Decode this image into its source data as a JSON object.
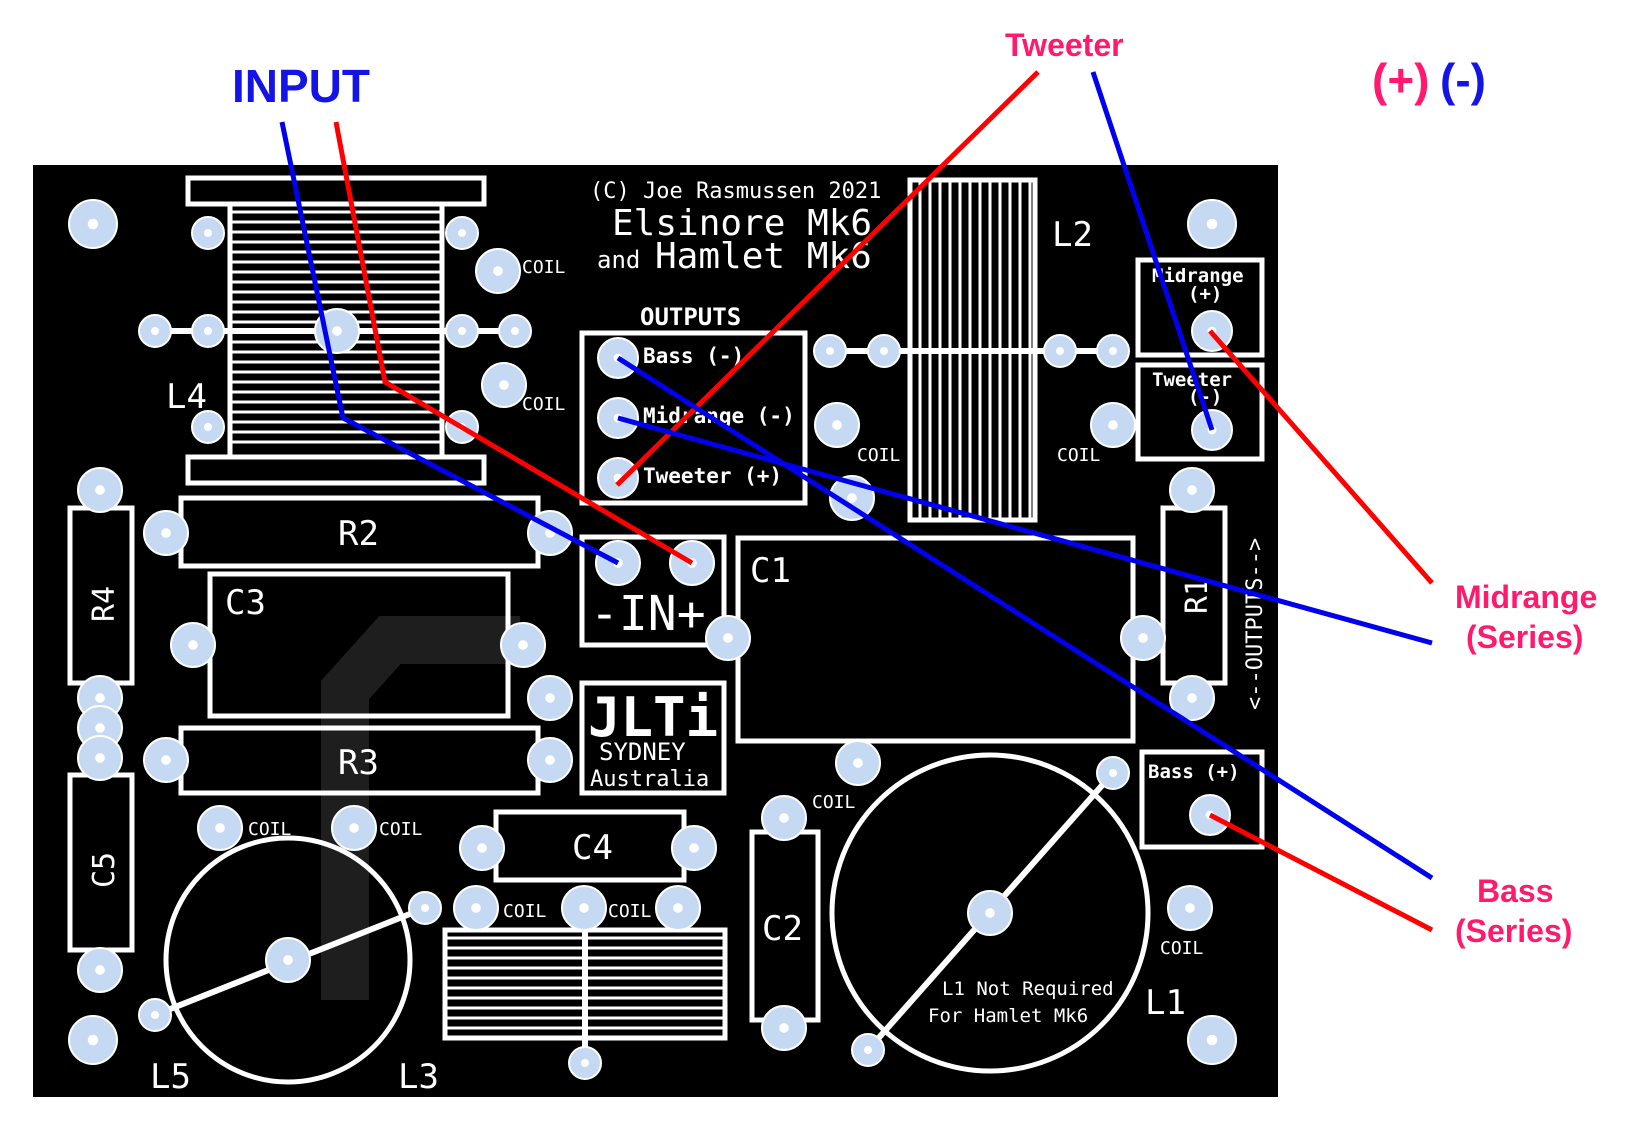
{
  "colors": {
    "board": "#000000",
    "silk": "#ffffff",
    "pad": "#c5daf2",
    "wire_red": "#ff0000",
    "wire_blue": "#0000ee",
    "label_blue": "#1414e6",
    "label_pink": "#ff1a6e"
  },
  "annotations": {
    "input": "INPUT",
    "tweeter": "Tweeter",
    "plus": "(+)",
    "minus": "(-)",
    "midrange_line1": "Midrange",
    "midrange_line2": "(Series)",
    "bass_line1": "Bass",
    "bass_line2": "(Series)"
  },
  "board": {
    "copyright": "(C) Joe Rasmussen 2021",
    "title_line1": "Elsinore Mk6",
    "title_and": "and",
    "title_line2": "Hamlet Mk6",
    "outputs_header": "OUTPUTS",
    "out_bass_minus": "Bass (-)",
    "out_mid_minus": "Midrange (-)",
    "out_tweeter_plus": "Tweeter (+)",
    "input_label": "-IN+",
    "side_outputs": "<--OUTPUTS-->",
    "term_mid_plus_1": "Midrange",
    "term_mid_plus_2": "(+)",
    "term_tw_minus_1": "Tweeter",
    "term_tw_minus_2": "(-)",
    "term_bass_plus": "Bass (+)",
    "logo_main": "JLTi",
    "logo_city": "SYDNEY",
    "logo_country": "Australia",
    "note_1": "L1 Not Required",
    "note_2": "For Hamlet Mk6",
    "coil": "COIL",
    "components": {
      "l1": "L1",
      "l2": "L2",
      "l3": "L3",
      "l4": "L4",
      "l5": "L5",
      "r1": "R1",
      "r2": "R2",
      "r3": "R3",
      "r4": "R4",
      "c1": "C1",
      "c2": "C2",
      "c3": "C3",
      "c4": "C4",
      "c5": "C5"
    }
  }
}
